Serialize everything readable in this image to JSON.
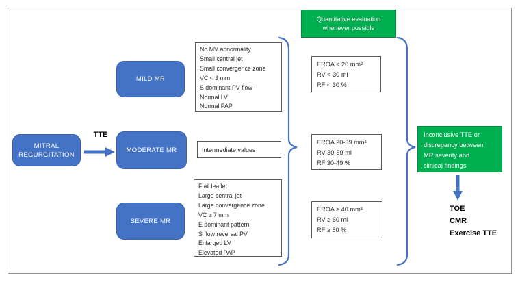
{
  "colors": {
    "node_blue": "#4472C4",
    "node_blue_border": "#3a62ae",
    "green": "#00B050",
    "green_border": "#0b8540",
    "connector_blue": "#4472C4",
    "box_border_gray": "#595959"
  },
  "nodes": {
    "mitral": {
      "label": "MITRAL\nREGURGITATION"
    },
    "mild": {
      "label": "MILD MR"
    },
    "moderate": {
      "label": "MODERATE MR"
    },
    "severe": {
      "label": "SEVERE MR"
    }
  },
  "tte_arrow": {
    "label": "TTE"
  },
  "criteria": {
    "mild": {
      "items": [
        "No MV abnormality",
        "Small central jet",
        "Small convergence zone",
        "VC < 3 mm",
        "S dominant PV flow",
        "Normal LV",
        "Normal PAP"
      ]
    },
    "moderate": {
      "items": [
        "Intermediate values"
      ]
    },
    "severe": {
      "items": [
        "Flail leaflet",
        "Large central jet",
        "Large convergence zone",
        "VC ≥ 7 mm",
        "E dominant pattern",
        "S flow reversal PV",
        "Enlarged LV",
        "Elevated PAP"
      ]
    }
  },
  "quantitative": {
    "header": "Quantitative evaluation\nwhenever possible",
    "mild": {
      "items": [
        "EROA < 20 mm²",
        "RV < 30  ml",
        "RF < 30 %"
      ]
    },
    "moderate": {
      "items": [
        "EROA 20-39 mm²",
        "RV 30-59  ml",
        "RF 30-49 %"
      ]
    },
    "severe": {
      "items": [
        "EROA ≥ 40 mm²",
        "RV ≥ 60  ml",
        "RF ≥ 50 %"
      ]
    }
  },
  "inconclusive": {
    "label": "Inconclusive TTE or\ndiscrepancy between\nMR severity and\nclinical findings",
    "followup": {
      "items": [
        "TOE",
        "CMR",
        "Exercise TTE"
      ]
    }
  }
}
